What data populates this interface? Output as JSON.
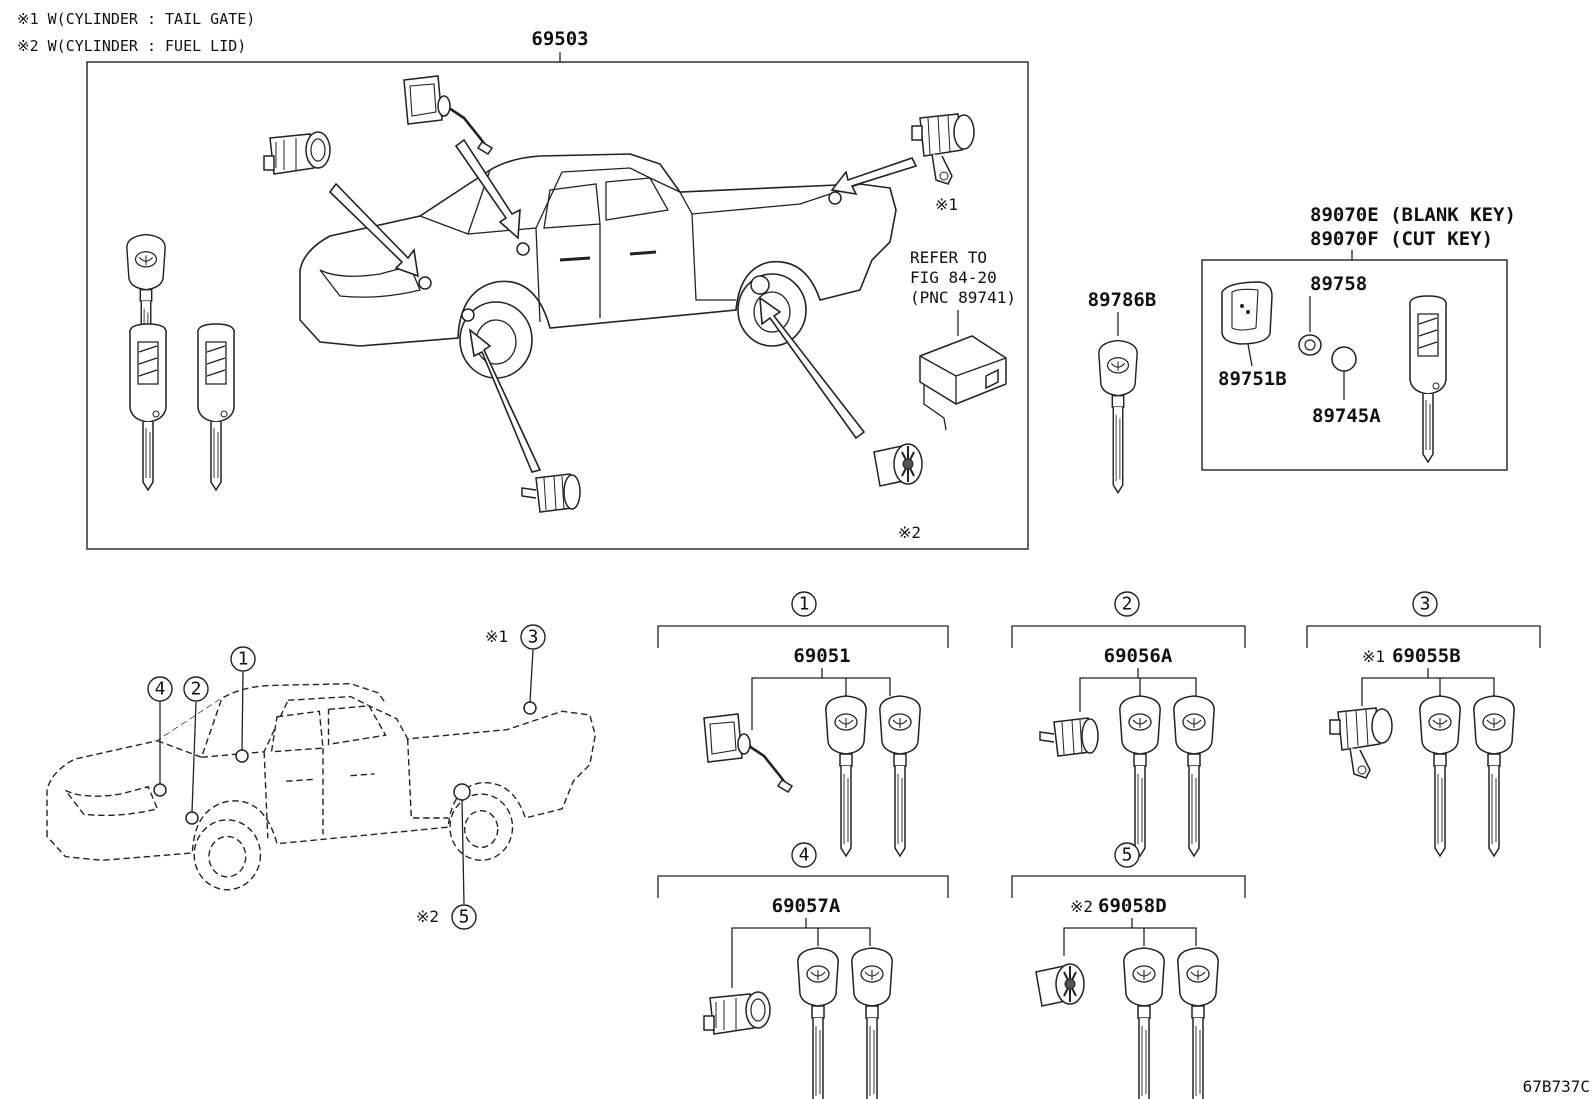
{
  "notes": {
    "note1": "※1 W(CYLINDER : TAIL GATE)",
    "note2": "※2 W(CYLINDER : FUEL LID)"
  },
  "main_set": {
    "part_number": "69503",
    "ref_mark_1": "※1",
    "ref_mark_2": "※2"
  },
  "refer": {
    "line1": "REFER TO",
    "line2": "FIG 84-20",
    "line3": "(PNC 89741)"
  },
  "key_blank": {
    "part_number": "89786B"
  },
  "remote_key": {
    "line1": "89070E (BLANK KEY)",
    "line2": "89070F (CUT KEY)",
    "case": "89758",
    "cover": "89751B",
    "battery": "89745A"
  },
  "index_truck": {
    "c1": "1",
    "c2": "2",
    "c3": "3",
    "c4": "4",
    "c5": "5",
    "mark1": "※1",
    "mark2": "※2"
  },
  "groups": [
    {
      "circle": "1",
      "part_number": "69051",
      "mark": ""
    },
    {
      "circle": "2",
      "part_number": "69056A",
      "mark": ""
    },
    {
      "circle": "3",
      "part_number": "69055B",
      "mark": "※1"
    },
    {
      "circle": "4",
      "part_number": "69057A",
      "mark": ""
    },
    {
      "circle": "5",
      "part_number": "69058D",
      "mark": "※2"
    }
  ],
  "figure_id": "67B737C"
}
